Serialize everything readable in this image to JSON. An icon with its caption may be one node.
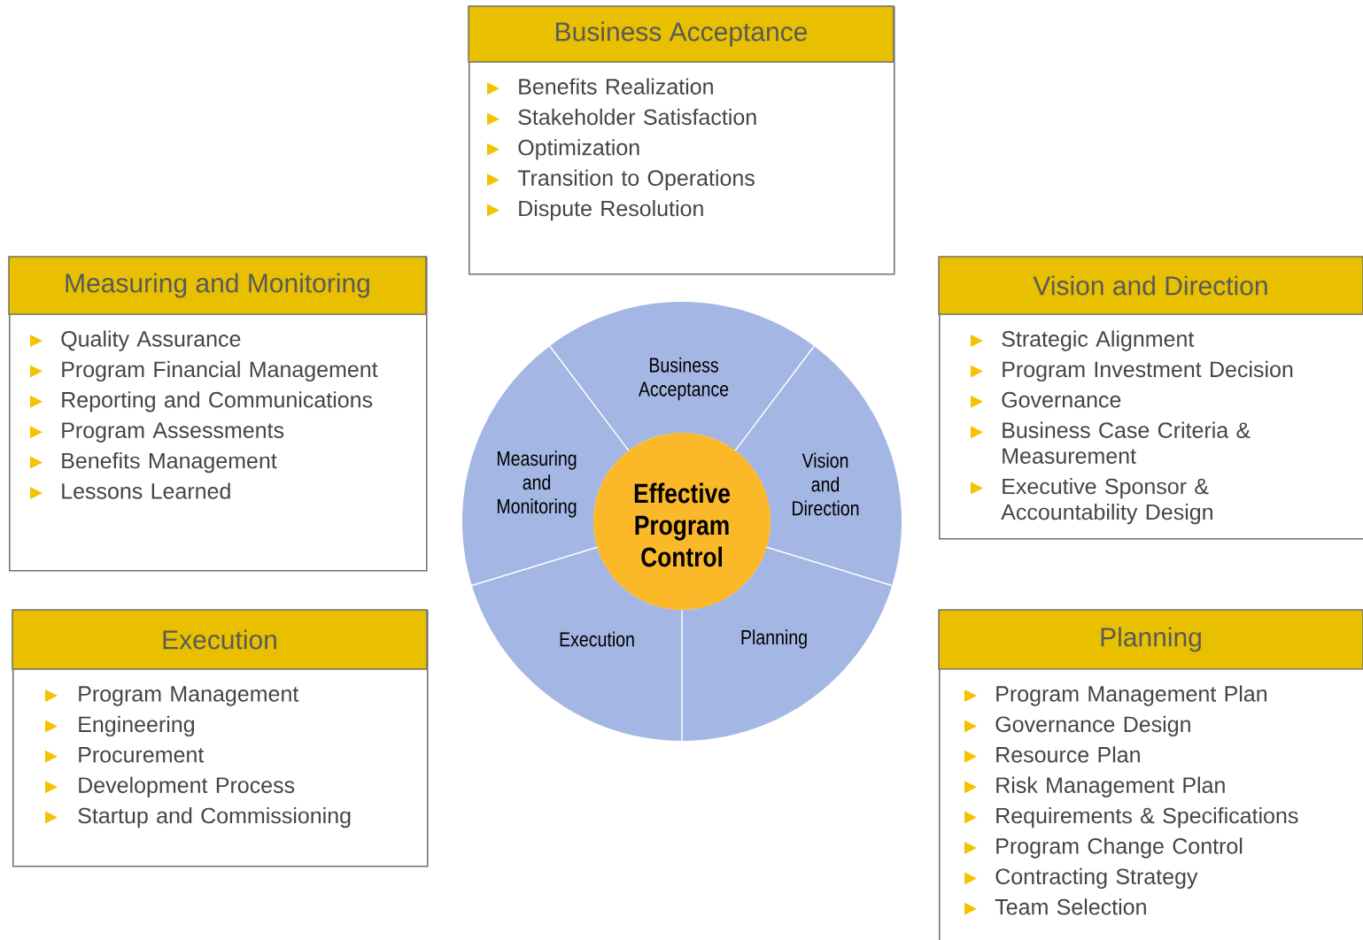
{
  "diagram": {
    "nodes": [
      {
        "text": [
          "Business Acceptance",
          "Benefits Realization",
          "Stakeholder Satisfaction",
          "Optimization",
          "Transition to Operations",
          "Dispute Resolution"
        ]
      },
      {
        "text": [
          "Measuring and Monitoring",
          "Quality Assurance",
          "Program Financial Management",
          "Reporting and Communications",
          "Program Assessments",
          "Benefits Management",
          "Lessons Learned"
        ]
      },
      {
        "text": [
          "Vision and Direction",
          "Strategic Alignment",
          "Program Investment Decision",
          "Governance",
          "Business Case Criteria & Measurement",
          "Executive Sponsor & Accountability Design"
        ]
      },
      {
        "text": [
          "Execution",
          "Program Management",
          "Engineering",
          "Procurement",
          "Development Process",
          "Startup and Commissioning"
        ]
      },
      {
        "text": [
          "Planning",
          "Program Management Plan",
          "Governance Design",
          "Resource Plan",
          "Risk Management Plan",
          "Requirements & Specifications",
          "Program Change Control",
          "Contracting Strategy",
          "Team Selection"
        ]
      },
      {
        "text": [
          "Business Acceptance"
        ]
      },
      {
        "text": [
          "Measuring and Monitoring"
        ]
      },
      {
        "text": [
          "Vision and Direction"
        ]
      },
      {
        "text": [
          "Execution"
        ]
      },
      {
        "text": [
          "Planning"
        ]
      },
      {
        "text": [
          "Effective Program Control"
        ]
      }
    ]
  }
}
